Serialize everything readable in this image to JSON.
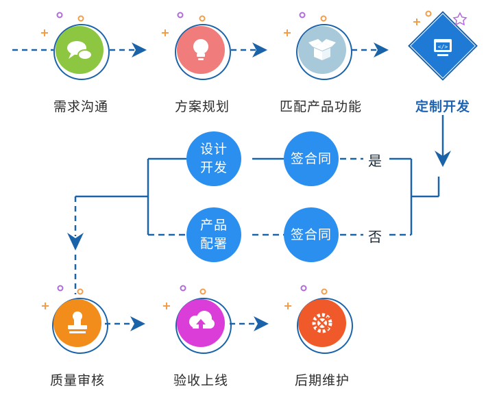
{
  "colors": {
    "flow_blue": "#1a63a9",
    "bubble_blue": "#2b8ff0",
    "deco_orange": "#f39c4a",
    "deco_purple": "#b06ad9"
  },
  "top_row": [
    {
      "label": "需求沟通",
      "icon": "chat-bubbles-icon",
      "color": "#8dc641"
    },
    {
      "label": "方案规划",
      "icon": "lightbulb-icon",
      "color": "#f07c7b"
    },
    {
      "label": "匹配产品功能",
      "icon": "box-icon",
      "color": "#a8c9d9"
    },
    {
      "label": "定制开发",
      "icon": "code-window-icon",
      "color": "#1f7ad6"
    }
  ],
  "branches": [
    {
      "decision": "是",
      "contract": "签合同",
      "action": [
        "设计",
        "开发"
      ]
    },
    {
      "decision": "否",
      "contract": "签合同",
      "action": [
        "产品",
        "配署"
      ]
    }
  ],
  "bottom_row": [
    {
      "label": "质量审核",
      "icon": "stamp-icon",
      "color": "#f28d1c"
    },
    {
      "label": "验收上线",
      "icon": "cloud-upload-icon",
      "color": "#db3ed8"
    },
    {
      "label": "后期维护",
      "icon": "gear-tools-icon",
      "color": "#f05a2a"
    }
  ]
}
